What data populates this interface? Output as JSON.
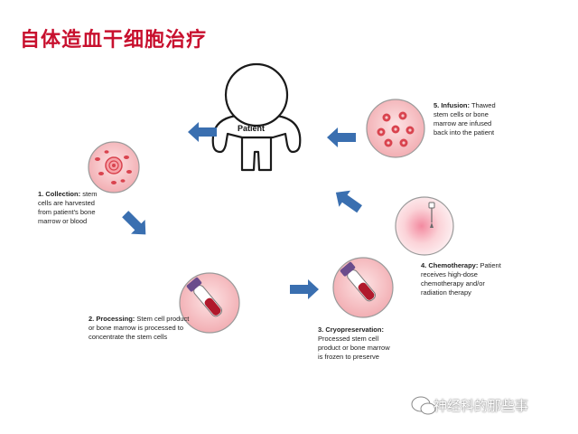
{
  "title": "自体造血干细胞治疗",
  "patient_label": "Patient",
  "steps": [
    {
      "heading": "1. Collection:",
      "text": "stem cells are harvested from patient's bone marrow or blood"
    },
    {
      "heading": "2. Processing:",
      "text": "Stem cell product or bone marrow is processed to concentrate the stem cells"
    },
    {
      "heading": "3. Cryopreservation:",
      "text": "Processed stem cell product or bone marrow is frozen to preserve"
    },
    {
      "heading": "4. Chemotherapy:",
      "text": "Patient receives high-dose chemotherapy and/or radiation therapy"
    },
    {
      "heading": "5. Infusion:",
      "text": "Thawed stem cells or bone marrow are infused back into the patient"
    }
  ],
  "watermark": "神经科的那些事",
  "colors": {
    "title": "#c8102e",
    "arrow": "#3a6fb0",
    "circle_fill": "#f7c9cc",
    "cell": "#d9434e"
  }
}
